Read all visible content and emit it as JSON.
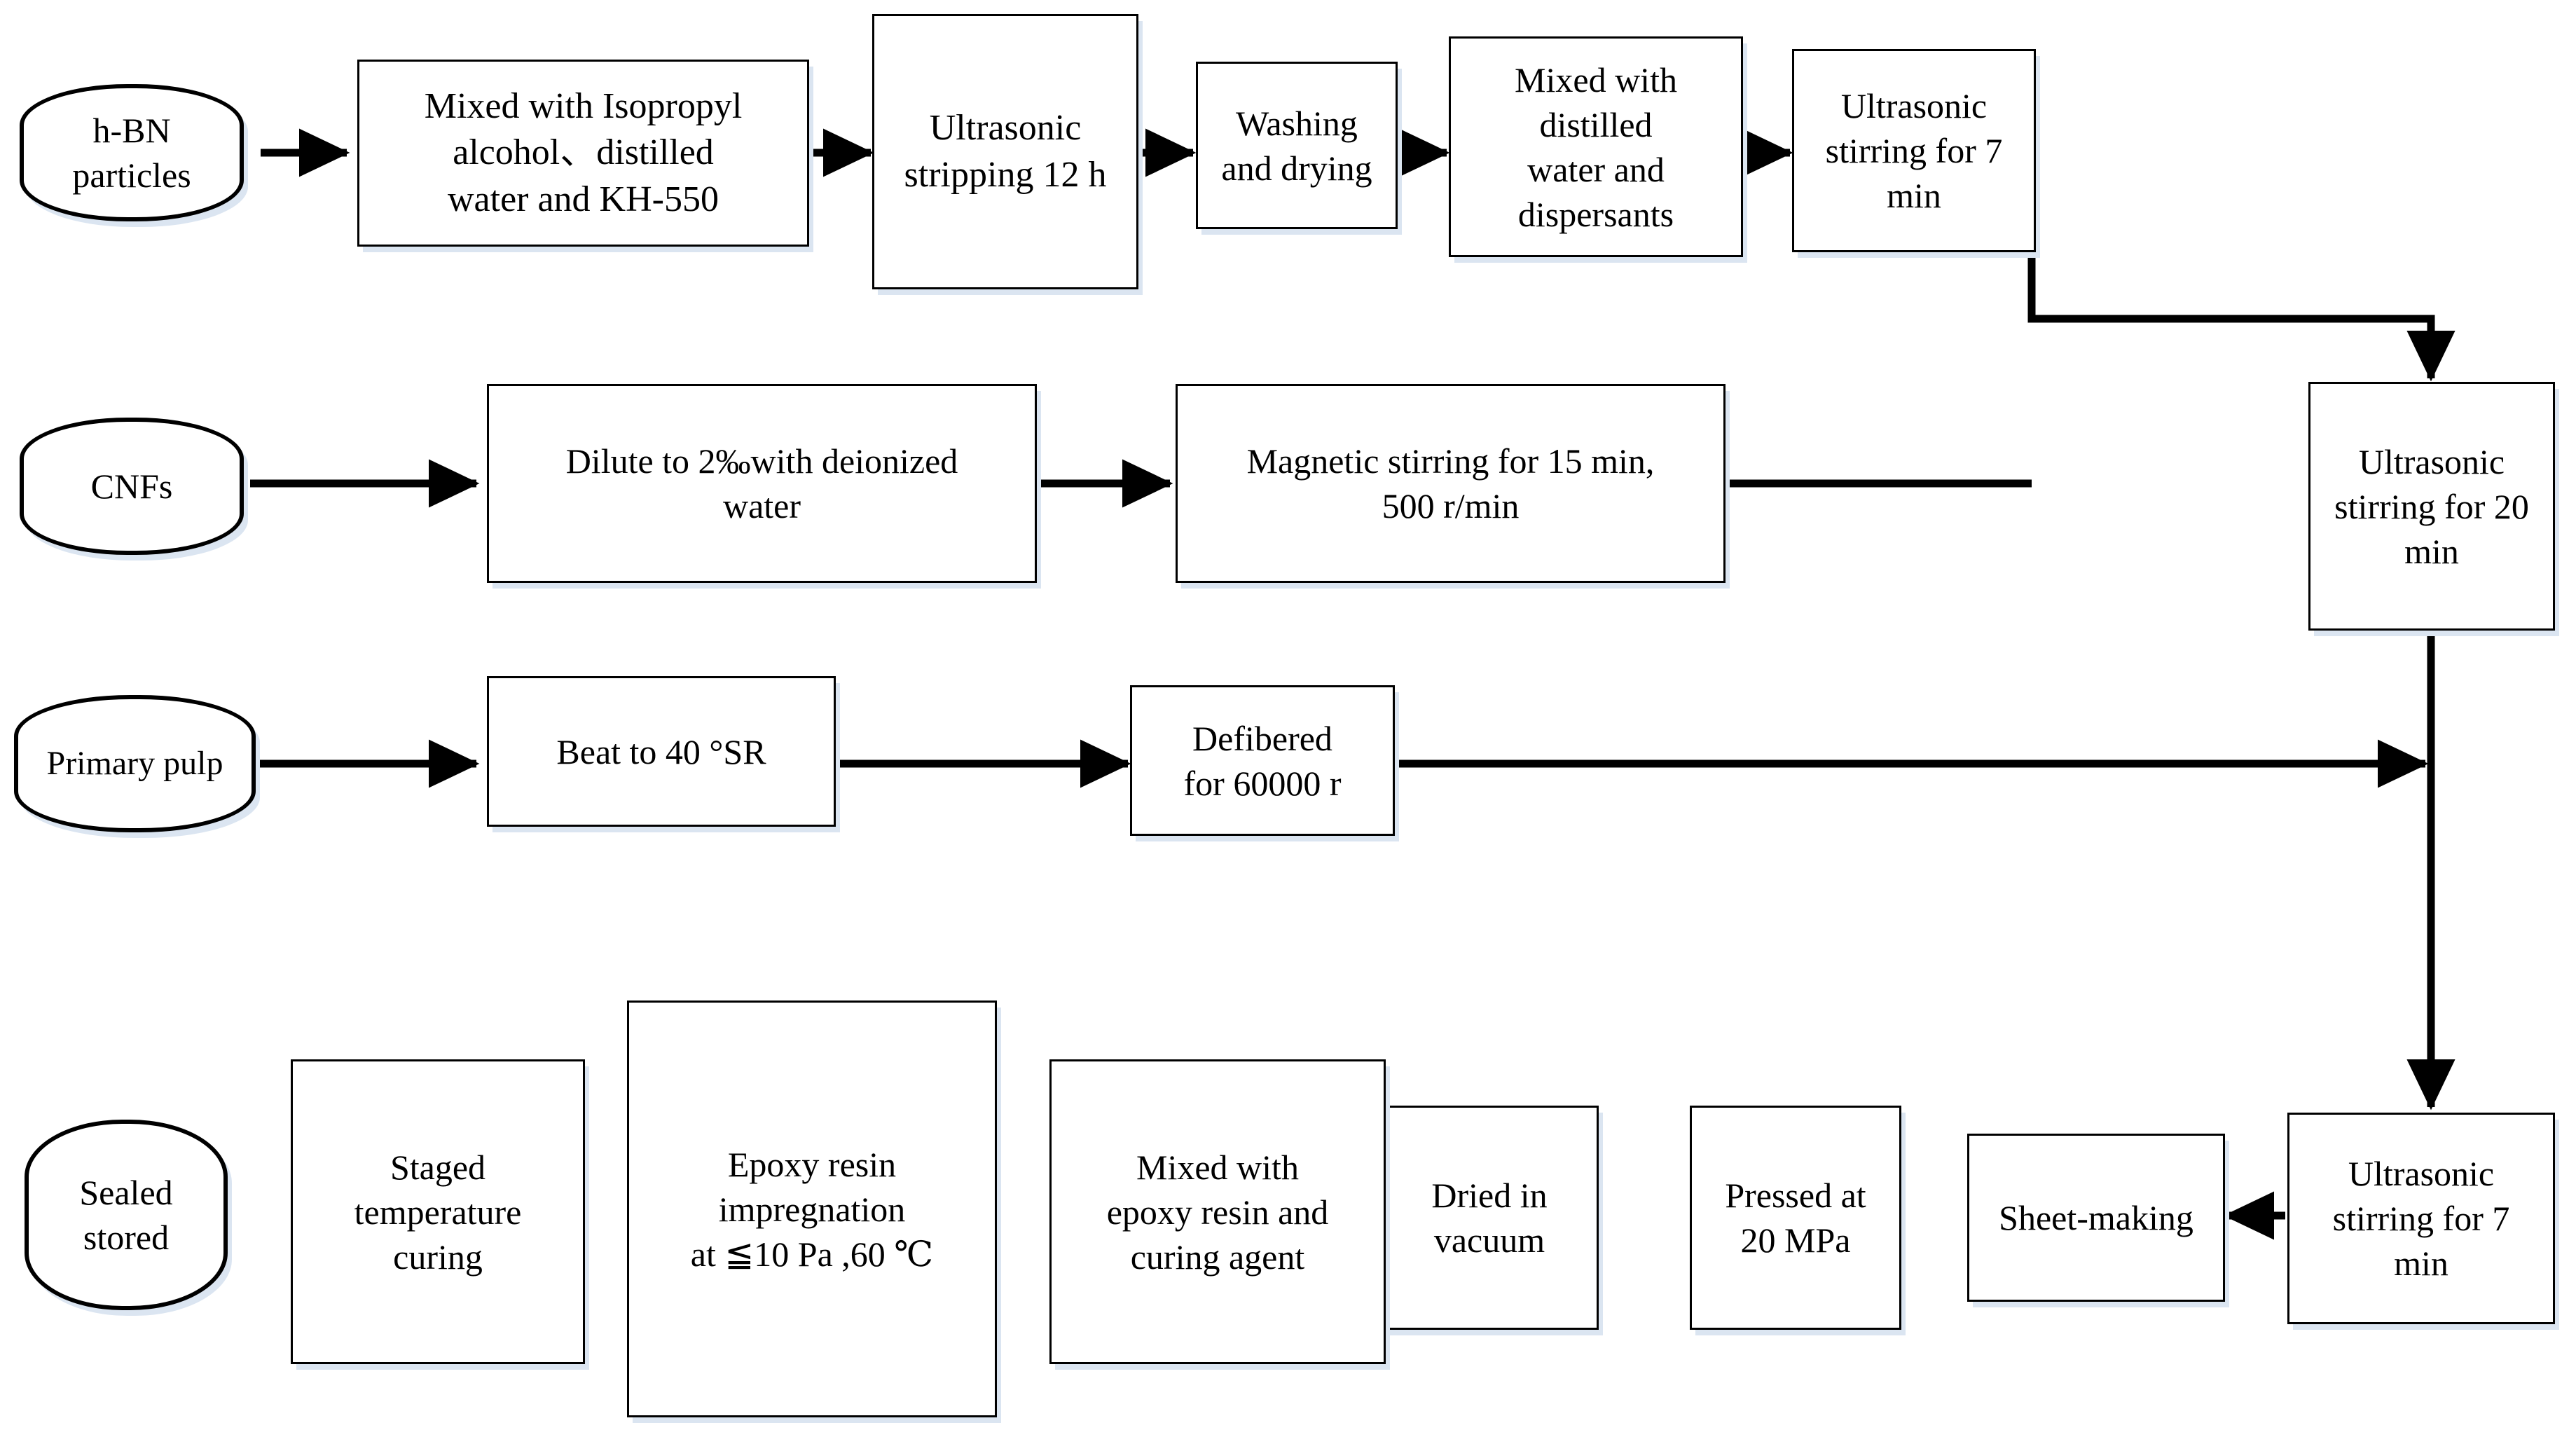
{
  "diagram": {
    "title": "h-BN / CNF / pulp epoxy composite preparation flowchart",
    "colors": {
      "stroke": "#000000",
      "fill": "#ffffff",
      "shadow": "#dbe5f1"
    }
  },
  "nodes": {
    "hbn_particles": {
      "label": "h-BN\nparticles",
      "shape": "terminator"
    },
    "mixed_isopropyl": {
      "label": "Mixed with Isopropyl\nalcohol、distilled\nwater and KH-550",
      "shape": "process"
    },
    "ultrasonic_stripping": {
      "label": "Ultrasonic\nstripping 12 h",
      "shape": "process"
    },
    "washing_drying": {
      "label": "Washing\nand drying",
      "shape": "process"
    },
    "mixed_distilled": {
      "label": "Mixed with\ndistilled\nwater and\ndispersants",
      "shape": "process"
    },
    "ultrasonic_7min_top": {
      "label": "Ultrasonic\nstirring for 7\nmin",
      "shape": "process"
    },
    "cnfs": {
      "label": "CNFs",
      "shape": "terminator"
    },
    "dilute": {
      "label": "Dilute to 2‰with deionized\nwater",
      "shape": "process"
    },
    "magnetic_stirring": {
      "label": "Magnetic stirring for 15 min,\n500 r/min",
      "shape": "process"
    },
    "ultrasonic_20min": {
      "label": "Ultrasonic\nstirring for 20\nmin",
      "shape": "process"
    },
    "primary_pulp": {
      "label": "Primary pulp",
      "shape": "terminator"
    },
    "beat": {
      "label": "Beat to 40 °SR",
      "shape": "process"
    },
    "defibered": {
      "label": "Defibered\nfor 60000 r",
      "shape": "process"
    },
    "ultrasonic_7min_bottom": {
      "label": "Ultrasonic\nstirring for 7\nmin",
      "shape": "process"
    },
    "sheet_making": {
      "label": "Sheet-making",
      "shape": "process"
    },
    "pressed": {
      "label": "Pressed at\n20 MPa",
      "shape": "process"
    },
    "dried_vacuum": {
      "label": "Dried in\nvacuum",
      "shape": "process"
    },
    "mixed_epoxy": {
      "label": "Mixed with\nepoxy resin and\ncuring agent",
      "shape": "process"
    },
    "epoxy_impregnation": {
      "label": "Epoxy resin\nimpregnation\nat ≦10 Pa ,60 ℃",
      "shape": "process"
    },
    "staged_curing": {
      "label": "Staged\ntemperature\ncuring",
      "shape": "process"
    },
    "sealed_stored": {
      "label": "Sealed\nstored",
      "shape": "terminator"
    }
  },
  "edges": [
    {
      "from": "hbn_particles",
      "to": "mixed_isopropyl",
      "kind": "arrow-right"
    },
    {
      "from": "mixed_isopropyl",
      "to": "ultrasonic_stripping",
      "kind": "arrow-right"
    },
    {
      "from": "ultrasonic_stripping",
      "to": "washing_drying",
      "kind": "arrow-right"
    },
    {
      "from": "washing_drying",
      "to": "mixed_distilled",
      "kind": "arrow-right"
    },
    {
      "from": "mixed_distilled",
      "to": "ultrasonic_7min_top",
      "kind": "arrow-right"
    },
    {
      "from": "ultrasonic_7min_top",
      "to": "ultrasonic_20min",
      "kind": "elbow-down"
    },
    {
      "from": "cnfs",
      "to": "dilute",
      "kind": "arrow-right"
    },
    {
      "from": "dilute",
      "to": "magnetic_stirring",
      "kind": "arrow-right"
    },
    {
      "from": "magnetic_stirring",
      "to": "ultrasonic_20min",
      "kind": "elbow-up-right-down"
    },
    {
      "from": "primary_pulp",
      "to": "beat",
      "kind": "arrow-right"
    },
    {
      "from": "beat",
      "to": "defibered",
      "kind": "arrow-right"
    },
    {
      "from": "defibered",
      "to": "ultrasonic_7min_bottom",
      "kind": "arrow-right-into-trunk"
    },
    {
      "from": "ultrasonic_20min",
      "to": "ultrasonic_7min_bottom",
      "kind": "arrow-down"
    },
    {
      "from": "ultrasonic_7min_bottom",
      "to": "sheet_making",
      "kind": "arrow-left"
    },
    {
      "from": "sheet_making",
      "to": "pressed",
      "kind": "arrow-left"
    },
    {
      "from": "pressed",
      "to": "dried_vacuum",
      "kind": "arrow-left"
    },
    {
      "from": "dried_vacuum",
      "to": "mixed_epoxy",
      "kind": "arrow-left"
    },
    {
      "from": "mixed_epoxy",
      "to": "epoxy_impregnation",
      "kind": "arrow-left"
    },
    {
      "from": "epoxy_impregnation",
      "to": "staged_curing",
      "kind": "arrow-left"
    },
    {
      "from": "staged_curing",
      "to": "sealed_stored",
      "kind": "arrow-left"
    }
  ]
}
